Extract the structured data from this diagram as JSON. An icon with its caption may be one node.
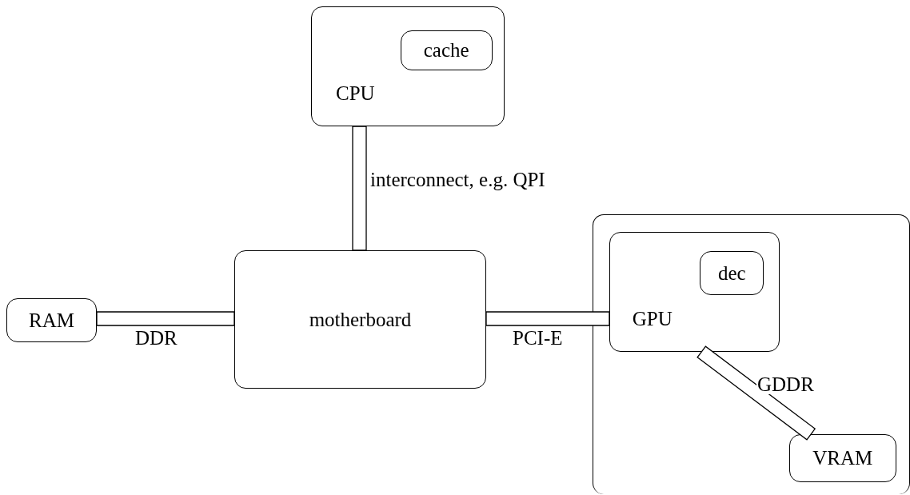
{
  "diagram": {
    "nodes": [
      {
        "text": [
          "CPU"
        ]
      },
      {
        "text": [
          "cache"
        ],
        "in": 0
      },
      {
        "text": [
          "motherboard"
        ]
      },
      {
        "text": [
          "RAM"
        ]
      },
      {
        "text": [],
        "shape": "box"
      },
      {
        "text": [
          "GPU"
        ],
        "in": 4
      },
      {
        "text": [
          "dec"
        ],
        "in": 5
      },
      {
        "text": [
          "VRAM"
        ],
        "in": 4
      }
    ],
    "edges": [
      {
        "from": 0,
        "to": 2,
        "arrow": "none",
        "label": "interconnect, e.g. QPI"
      },
      {
        "from": 3,
        "to": 2,
        "arrow": "none",
        "label": "DDR"
      },
      {
        "from": 2,
        "to": 5,
        "arrow": "none",
        "label": "PCI-E"
      },
      {
        "from": 5,
        "to": 7,
        "arrow": "none",
        "label": "GDDR"
      }
    ]
  }
}
